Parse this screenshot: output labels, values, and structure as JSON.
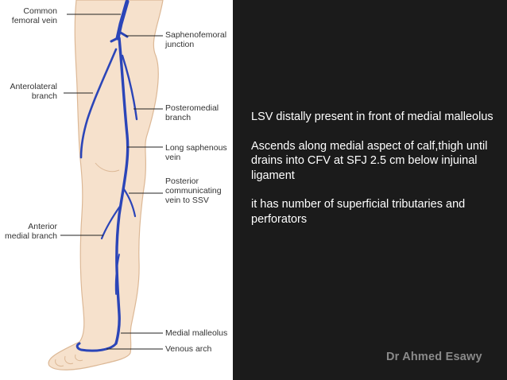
{
  "figure": {
    "labels": {
      "common_femoral_vein": "Common\nfemoral vein",
      "saphenofemoral_junction": "Saphenofemoral\njunction",
      "anterolateral_branch": "Anterolateral\nbranch",
      "posteromedial_branch": "Posteromedial\nbranch",
      "long_saphenous_vein": "Long saphenous\nvein",
      "posterior_communicating_vein": "Posterior\ncommunicating\nvein to SSV",
      "anterior_medial_branch": "Anterior\nmedial branch",
      "medial_malleolus": "Medial malleolus",
      "venous_arch": "Venous arch"
    },
    "colors": {
      "vein": "#2b45b8",
      "skin": "#f6e1cc",
      "skin_outline": "#dcb896",
      "leader": "#222222"
    }
  },
  "notes": {
    "p1": "LSV distally present in front of medial malleolus",
    "p2": "Ascends along medial aspect of calf,thigh until drains into CFV at SFJ 2.5 cm below injuinal ligament",
    "p3": "it has number of superficial tributaries and perforators"
  },
  "author": "Dr Ahmed  Esawy",
  "colors": {
    "background": "#1b1b1b",
    "text": "#ffffff",
    "author": "#8a8a8a"
  }
}
